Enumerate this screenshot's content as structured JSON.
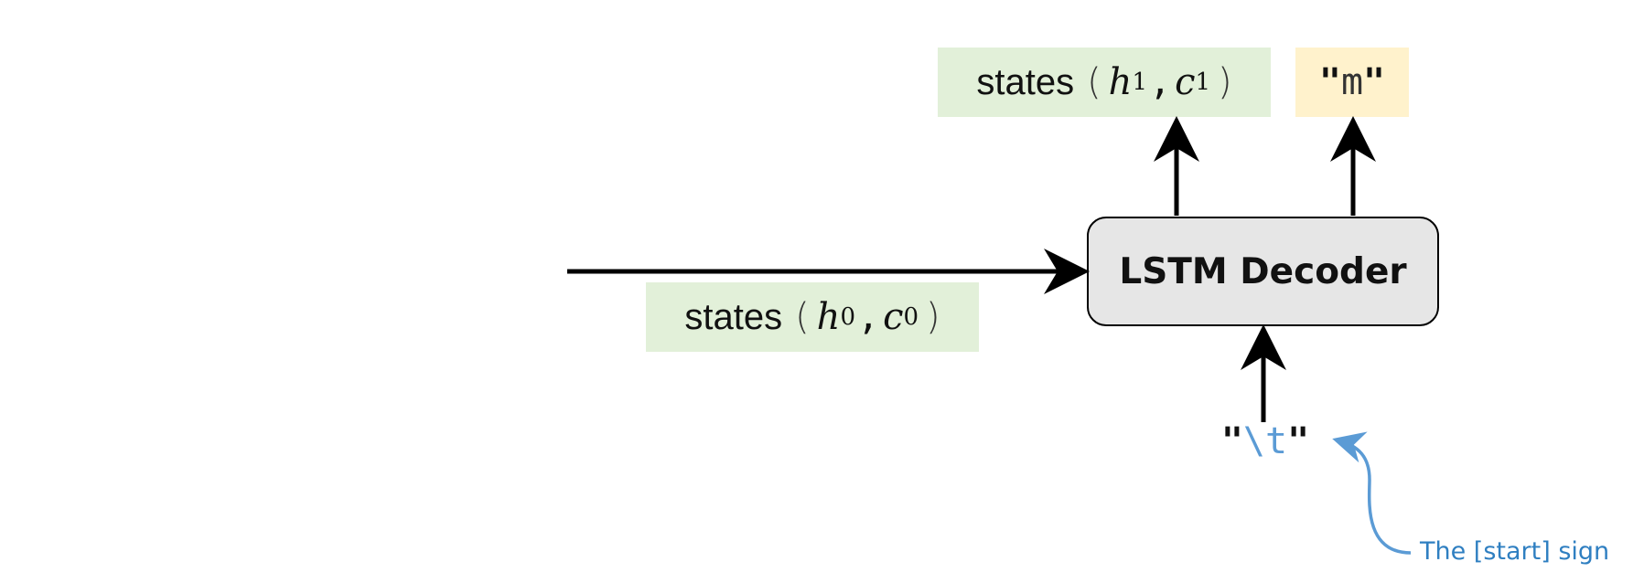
{
  "decoder": {
    "label": "LSTM Decoder"
  },
  "state_in": {
    "prefix": "states",
    "h": "h",
    "h_sub": "0",
    "c": "c",
    "c_sub": "0",
    "open": "(",
    "comma": ",",
    "close": ")"
  },
  "state_out": {
    "prefix": "states",
    "h": "h",
    "h_sub": "1",
    "c": "c",
    "c_sub": "1",
    "open": "(",
    "comma": ",",
    "close": ")"
  },
  "output_token": {
    "quote_open": "\"",
    "char": "m",
    "quote_close": "\""
  },
  "input_token": {
    "quote_open": "\"",
    "char": "\\t",
    "quote_close": "\""
  },
  "annotation": {
    "text": "The [start] sign"
  },
  "colors": {
    "state_box_fill": "#e2f0d9",
    "token_box_fill": "#fff2cc",
    "decoder_fill": "#e6e6e6",
    "annotation": "#2f7fc1",
    "arrow": "#000000"
  }
}
